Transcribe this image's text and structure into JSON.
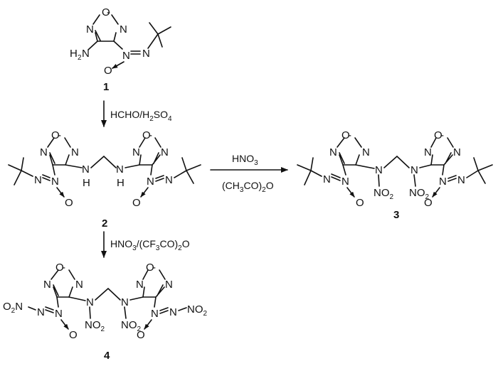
{
  "compounds": {
    "c1": "1",
    "c2": "2",
    "c3": "3",
    "c4": "4"
  },
  "atoms": {
    "ring_o": "O",
    "ring_n": "N",
    "amine_h2": "H",
    "amine_sub": "2",
    "amine_n": "N",
    "azo_n": "N",
    "azoxy_o": "O",
    "nh_n": "N",
    "nh_h": "H",
    "no2_n": "NO",
    "no2_sub": "2",
    "o2_o": "O",
    "o2_sub": "2",
    "o2_n": "N",
    "dash": "-"
  },
  "conditions": {
    "step1_pre": "HCHO/H",
    "step1_sub1": "2",
    "step1_mid": "SO",
    "step1_sub2": "4",
    "step2_top_pre": "HNO",
    "step2_top_sub": "3",
    "step2_bot_a": "(CH",
    "step2_bot_sub1": "3",
    "step2_bot_b": "CO)",
    "step2_bot_sub2": "2",
    "step2_bot_c": "O",
    "step3_a": "HNO",
    "step3_sub1": "3",
    "step3_b": "/(CF",
    "step3_sub2": "3",
    "step3_c": "CO)",
    "step3_sub3": "2",
    "step3_d": "O"
  }
}
